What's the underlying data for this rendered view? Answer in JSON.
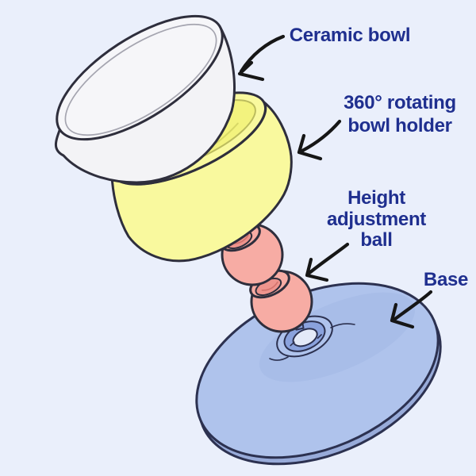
{
  "background": "#EAEFFB",
  "ink": {
    "outline_color": "#2E2E3C",
    "base_outline_color": "#2C3150",
    "arrow_color": "#161616",
    "label_text_color": "#1F2F8F"
  },
  "labels": {
    "ceramic_bowl": "Ceramic bowl",
    "bowl_holder": [
      "360° rotating",
      "bowl holder"
    ],
    "height_ball": [
      "Height",
      "adjustment",
      "ball"
    ],
    "base": "Base"
  },
  "parts": {
    "ceramic_bowl": {
      "label": "Ceramic bowl",
      "body_fill": "#F3F3F6",
      "rim_fill": "#F6F6F9",
      "inner_line_color": "#A5A5B0"
    },
    "bowl_holder": {
      "label": "360° rotating bowl holder",
      "body_fill": "#F9F99E",
      "opening_fill": "#F3F37E",
      "opening_edge_color": "#BCBC5E"
    },
    "height_adjustment_balls": {
      "label": "Height adjustment ball",
      "count": 2,
      "body_fill": "#F7ACA4",
      "socket_fill": "#EE948D"
    },
    "base": {
      "label": "Base",
      "top_fill": "#AFC3EC",
      "side_fill": "#98ABD9",
      "shade_fill": "#9FB5E5",
      "ring_fill": "#8AA2DD",
      "ring_hole_fill": "#E4EAF8"
    }
  }
}
